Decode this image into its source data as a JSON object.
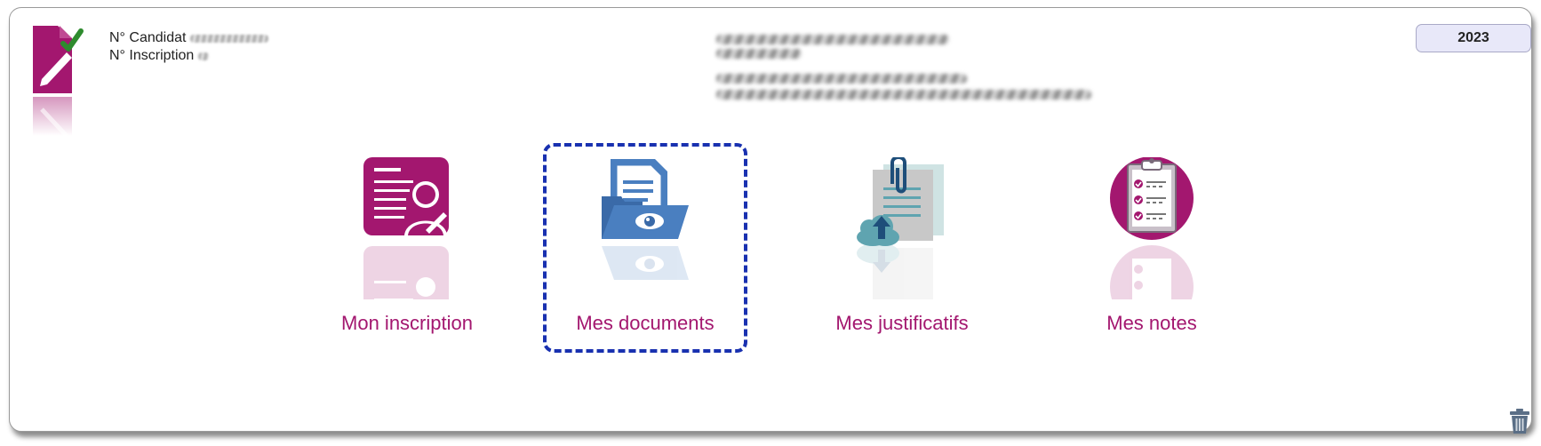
{
  "header": {
    "candidate_label": "N° Candidat",
    "registration_label": "N° Inscription",
    "year": "2023"
  },
  "tiles": [
    {
      "label": "Mon inscription",
      "icon": "registration-form-icon"
    },
    {
      "label": "Mes documents",
      "icon": "documents-folder-eye-icon"
    },
    {
      "label": "Mes justificatifs",
      "icon": "supporting-documents-upload-icon"
    },
    {
      "label": "Mes notes",
      "icon": "grades-clipboard-icon"
    }
  ],
  "colors": {
    "brand": "#a3176f",
    "focus_outline": "#1931b0",
    "documents_blue": "#4a7fc0",
    "justificatifs_teal": "#5fa4b0"
  },
  "footer": {
    "trash_icon": "trash-icon"
  }
}
